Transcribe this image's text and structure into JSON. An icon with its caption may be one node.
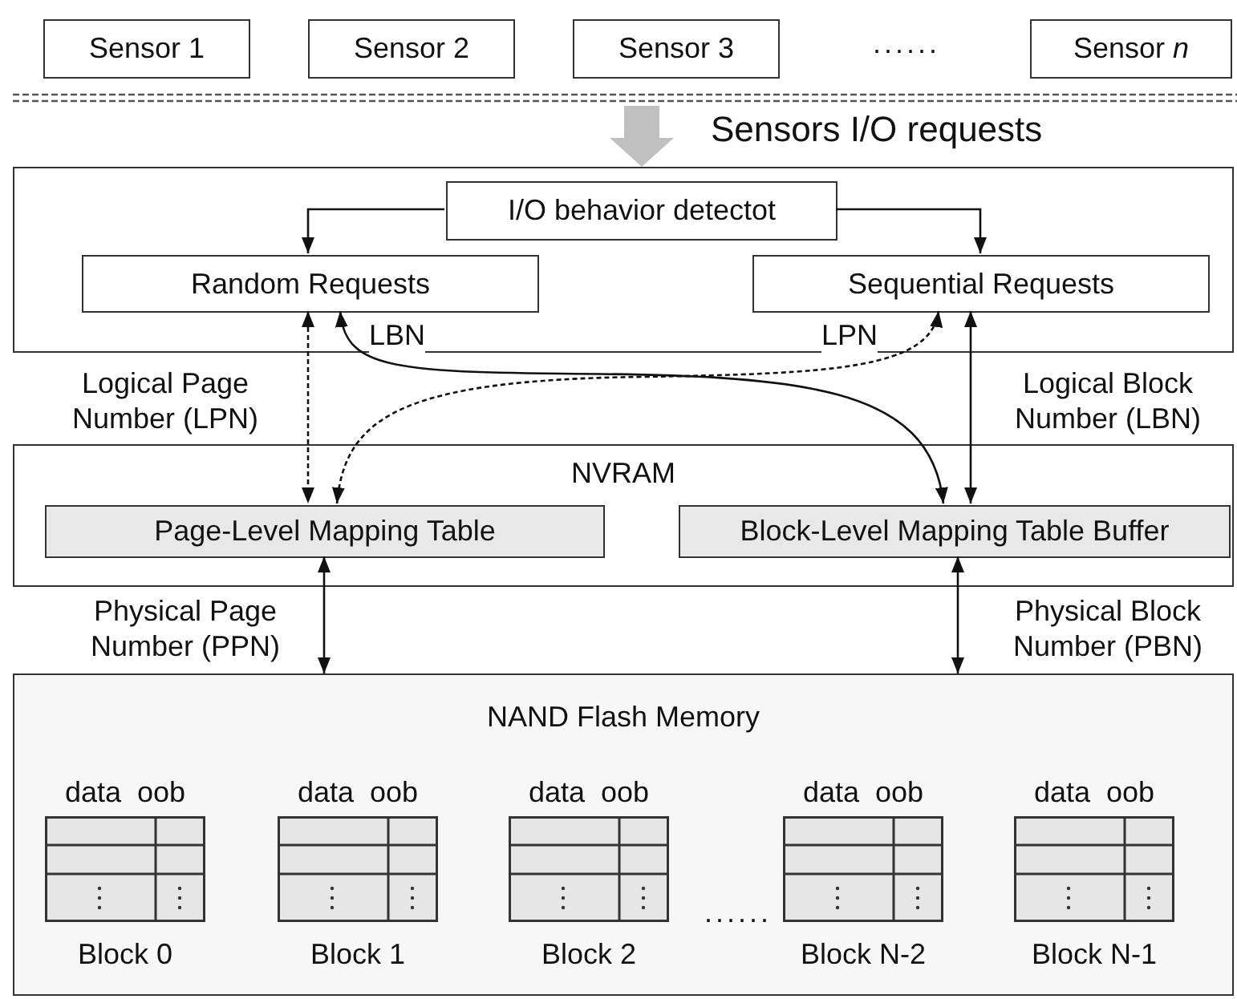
{
  "diagram": {
    "nodes": [
      {
        "text": [
          "Sensor 1"
        ]
      },
      {
        "text": [
          "Sensor 2"
        ]
      },
      {
        "text": [
          "Sensor 3"
        ]
      },
      {
        "text": [
          "Sensor *n*"
        ]
      },
      {
        "text": [],
        "shape": "box"
      },
      {
        "text": [
          "I/O behavior detectot"
        ],
        "in": 4
      },
      {
        "text": [
          "Random Requests"
        ],
        "in": 4
      },
      {
        "text": [
          "Sequential Requests"
        ],
        "in": 4
      },
      {
        "text": [
          "NVRAM"
        ]
      },
      {
        "text": [
          "Page-Level Mapping Table"
        ],
        "in": 8
      },
      {
        "text": [
          "Block-Level Mapping Table Buffer"
        ],
        "in": 8
      },
      {
        "text": [
          "NAND Flash Memory"
        ]
      },
      {
        "text": [
          "data",
          "oob",
          "Block 0"
        ],
        "in": 11
      },
      {
        "text": [
          "data",
          "oob",
          "Block 1"
        ],
        "in": 11
      },
      {
        "text": [
          "data",
          "oob",
          "Block 2"
        ],
        "in": 11
      },
      {
        "text": [
          "data",
          "oob",
          "Block N-2"
        ],
        "in": 11
      },
      {
        "text": [
          "data",
          "oob",
          "Block N-1"
        ],
        "in": 11
      }
    ],
    "edges": [
      {
        "from": null,
        "to": 4,
        "arrow": "to",
        "label": "Sensors I/O requests",
        "style": "thick",
        "color": "#c0c0c0"
      },
      {
        "from": 5,
        "to": 6,
        "arrow": "to"
      },
      {
        "from": 5,
        "to": 7,
        "arrow": "to"
      },
      {
        "from": 6,
        "to": 9,
        "arrow": "both",
        "style": "dashed"
      },
      {
        "from": 7,
        "to": 9,
        "arrow": "both",
        "style": "dashed",
        "label": "LPN"
      },
      {
        "from": 6,
        "to": 10,
        "arrow": "both",
        "label": "LBN"
      },
      {
        "from": 7,
        "to": 10,
        "arrow": "both"
      },
      {
        "from": 9,
        "to": 11,
        "arrow": "both"
      },
      {
        "from": 10,
        "to": 11,
        "arrow": "both"
      }
    ],
    "labels": [
      "......",
      "Logical Page Number (LPN)",
      "Logical Block Number (LBN)",
      "Physical Page Number (PPN)",
      "Physical Block Number (PBN)",
      "......"
    ]
  }
}
